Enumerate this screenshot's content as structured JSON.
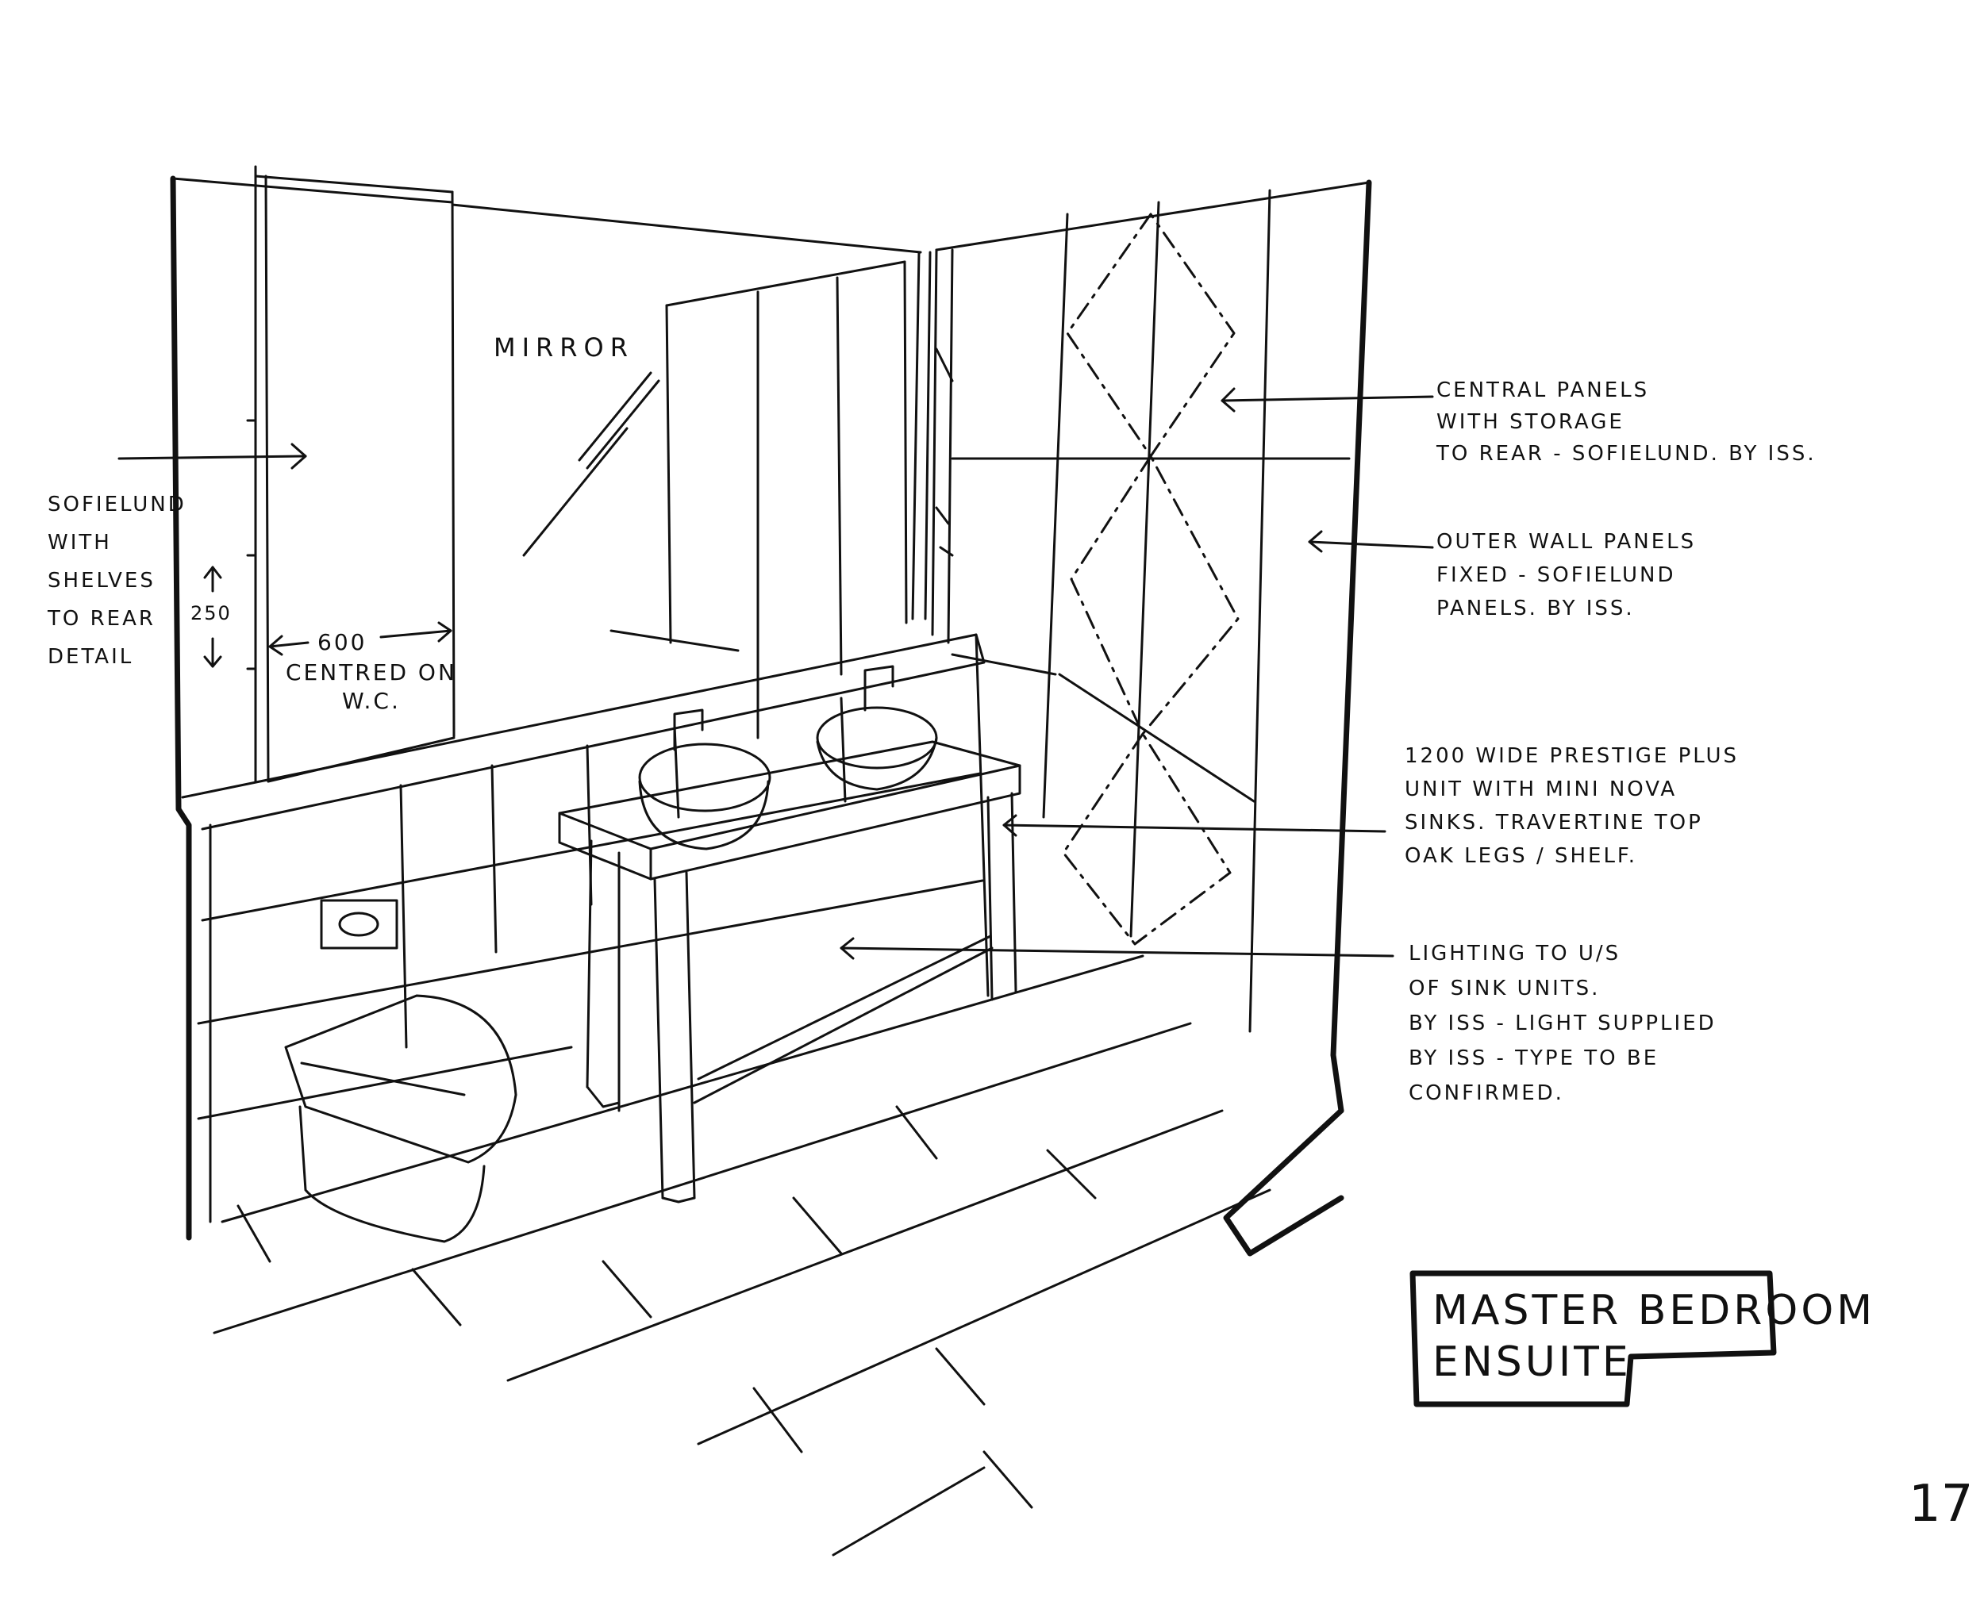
{
  "notes": {
    "mirror": "MIRROR",
    "sofielund_shelves": [
      "SOFIELUND",
      "WITH",
      "SHELVES",
      "TO REAR",
      "DETAIL"
    ],
    "dim_250": "250",
    "dim_600": "600",
    "centred_on_wc": [
      "CENTRED ON",
      "W.C."
    ],
    "central_panels": [
      "CENTRAL PANELS",
      "WITH STORAGE",
      "TO REAR - SOFIELUND. BY ISS."
    ],
    "outer_wall_panels": [
      "OUTER WALL PANELS",
      "FIXED - SOFIELUND",
      "PANELS. BY ISS."
    ],
    "vanity_unit": [
      "1200 WIDE PRESTIGE PLUS",
      "UNIT WITH MINI NOVA",
      "SINKS. TRAVERTINE TOP",
      "OAK LEGS / SHELF."
    ],
    "lighting": [
      "LIGHTING TO U/S",
      "OF SINK UNITS.",
      "BY ISS - LIGHT SUPPLIED",
      "BY ISS - TYPE TO BE",
      "CONFIRMED."
    ]
  },
  "title": [
    "MASTER BEDROOM",
    "ENSUITE"
  ],
  "page_number": "17",
  "colors": {
    "ink": "#111111",
    "paper": "#ffffff"
  }
}
